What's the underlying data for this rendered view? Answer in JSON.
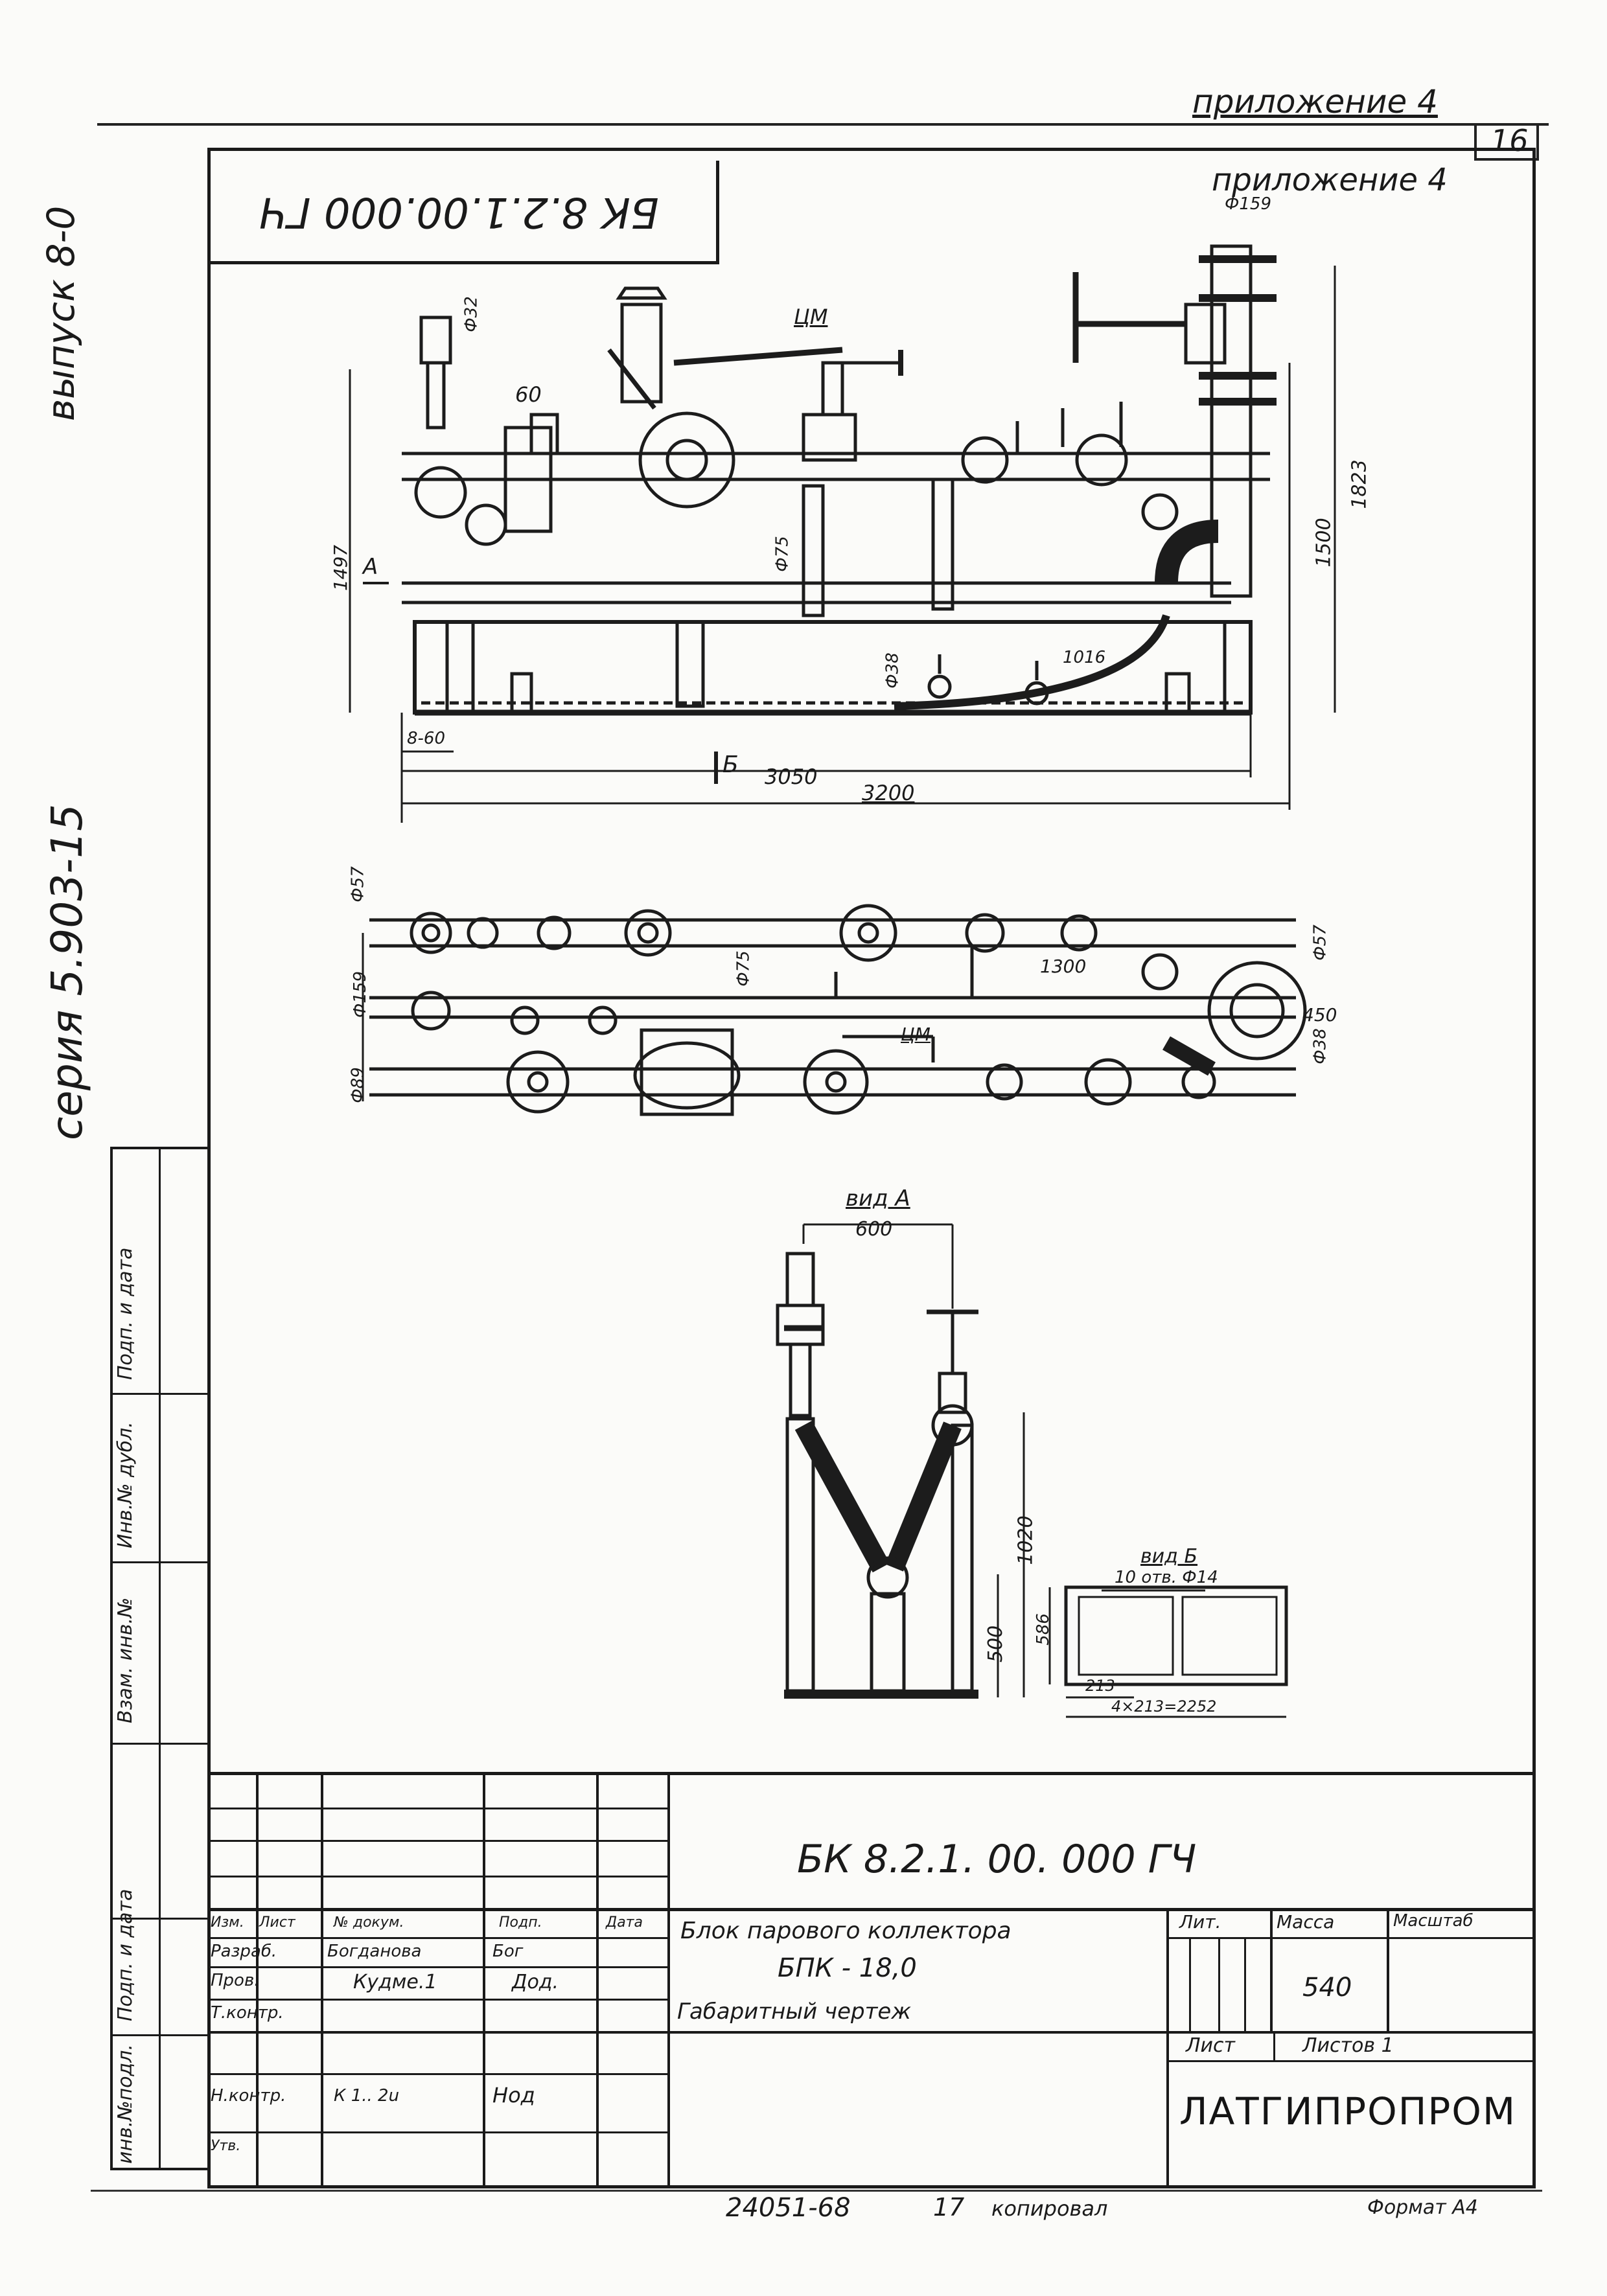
{
  "header": {
    "appendix_top": "приложение 4",
    "sheet_no": "16",
    "appendix_inner": "приложение 4",
    "mirrored_code": "БК 8.2.1.00.000 ГЧ"
  },
  "side": {
    "issue": "выпуск 8-0",
    "series": "серия 5.903-15",
    "margin_cells": [
      "инв.№подл.",
      "Подп. и дата",
      "Взам. инв.№",
      "Инв.№ дубл.",
      "Подп. и дата"
    ]
  },
  "drawing": {
    "front_labels": [
      "Ф159",
      "Ф32",
      "ЦМ",
      "60",
      "1497",
      "А",
      "Ф75",
      "1500",
      "1823",
      "Ф38",
      "1016",
      "8-60",
      "Б",
      "3050",
      "3200"
    ],
    "plan_labels": [
      "Ф57",
      "Ф159",
      "Ф89",
      "Ф75",
      "1300",
      "ЦМ",
      "Ф57",
      "450",
      "Ф38"
    ],
    "view_a": {
      "title": "вид А",
      "labels": [
        "600",
        "1020",
        "500"
      ]
    },
    "view_b": {
      "title": "вид Б",
      "labels": [
        "10 отв. Ф14",
        "586",
        "213",
        "4×213=2252"
      ]
    }
  },
  "title_block": {
    "doc_code": "БК 8.2.1. 00. 000 ГЧ",
    "name_line1": "Блок парового коллектора",
    "name_line2": "БПК - 18,0",
    "doc_type": "Габаритный чертеж",
    "lit_label": "Лит.",
    "mass_label": "Масса",
    "scale_label": "Масштаб",
    "mass_value": "540",
    "sheet_label": "Лист",
    "sheets_label": "Листов 1",
    "org": "ЛАТГИПРОПРОМ",
    "headers": [
      "Изм.",
      "Лист",
      "№ докум.",
      "Подп.",
      "Дата"
    ],
    "roles": [
      {
        "role": "Разраб.",
        "name": "Богданова",
        "sign": "Бог"
      },
      {
        "role": "Пров.",
        "name": "Кудме.1",
        "sign": "Дод."
      },
      {
        "role": "Т.контр.",
        "name": "",
        "sign": ""
      },
      {
        "role": "Н.контр.",
        "name": "К 1.. 2u",
        "sign": "Нод"
      },
      {
        "role": "Утв.",
        "name": "",
        "sign": ""
      }
    ]
  },
  "footer": {
    "inv_no": "24051-68",
    "sheet": "17",
    "copied": "копировал",
    "format": "Формат А4"
  }
}
